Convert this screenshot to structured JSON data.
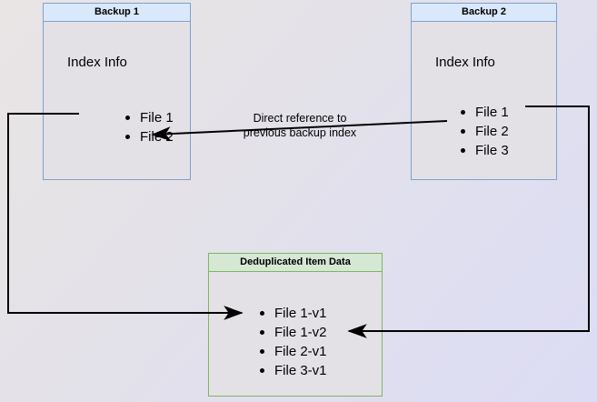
{
  "diagram": {
    "background_from": "#e9e5e5",
    "background_to": "#dcdcf4",
    "boxes": [
      {
        "id": "backup-1",
        "header": "Backup 1",
        "title": "Index Info",
        "accent": "#6c8ebf",
        "header_fill": "#dae8fc",
        "body_fill": "#e4e1e6",
        "items": [
          "File 1",
          "File 2"
        ]
      },
      {
        "id": "backup-2",
        "header": "Backup 2",
        "title": "Index Info",
        "accent": "#6c8ebf",
        "header_fill": "#dae8fc",
        "body_fill": "#e4e1e6",
        "items": [
          "File 1",
          "File 2",
          "File 3"
        ]
      },
      {
        "id": "deduplicated-item-data",
        "header": "Deduplicated Item Data",
        "title": "",
        "accent": "#82b366",
        "header_fill": "#d5e8d4",
        "body_fill": "#e4e1e6",
        "items": [
          "File 1-v1",
          "File 1-v2",
          "File 2-v1",
          "File 3-v1"
        ]
      }
    ],
    "annotations": [
      {
        "id": "direct-reference",
        "text": "Direct reference to\nprevious backup index"
      }
    ],
    "connectors": [
      {
        "id": "backup2-index-to-backup1-index",
        "stroke": "#000000"
      },
      {
        "id": "backup1-file1-to-dedup-file1v1",
        "stroke": "#000000"
      },
      {
        "id": "backup2-file1-to-dedup-file1v2",
        "stroke": "#000000"
      }
    ]
  }
}
